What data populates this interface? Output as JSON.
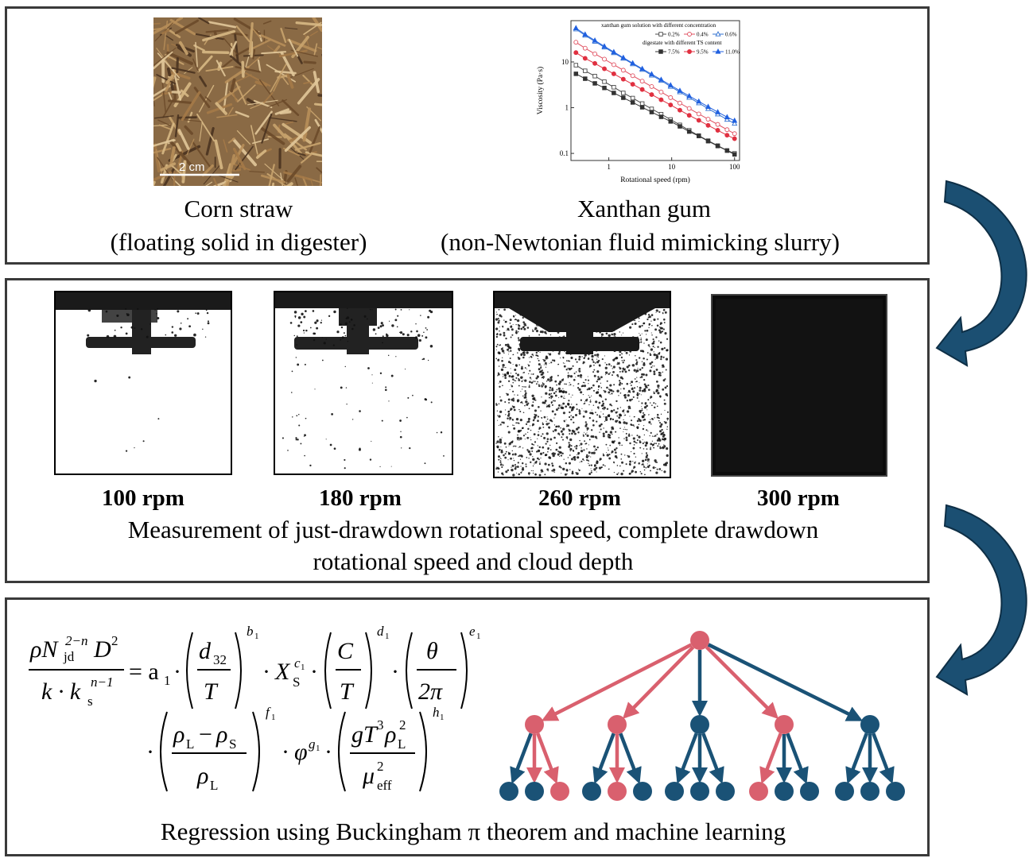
{
  "panel1": {
    "photo_scale": "2 cm",
    "corn_caption_1": "Corn straw",
    "corn_caption_2": "(floating solid in digester)",
    "xanthan_caption_1": "Xanthan gum",
    "xanthan_caption_2": "(non-Newtonian fluid mimicking slurry)"
  },
  "chart_data": {
    "type": "line",
    "xscale": "log",
    "yscale": "log",
    "xlabel": "Rotational speed (rpm)",
    "ylabel": "Viscosity (Pa·s)",
    "xlim": [
      0.25,
      120
    ],
    "ylim": [
      0.07,
      80
    ],
    "xticks": [
      "1",
      "10",
      "100"
    ],
    "yticks": [
      "0.1",
      "1",
      "10"
    ],
    "legend_title_1": "xanthan gum solution with different concentration",
    "legend_title_2": "digestate with different TS content",
    "legend_position": "top-right",
    "x": [
      0.3,
      0.42,
      0.6,
      0.85,
      1.2,
      1.7,
      2.4,
      3.4,
      4.8,
      6.8,
      9.6,
      13.5,
      19,
      27,
      38,
      54,
      76,
      100
    ],
    "series": [
      {
        "name": "0.2%",
        "group": "xanthan",
        "color": "#4a4a4a",
        "marker": "square-open",
        "values": [
          8.5,
          6.4,
          4.9,
          3.7,
          2.8,
          2.1,
          1.62,
          1.23,
          0.94,
          0.72,
          0.55,
          0.42,
          0.32,
          0.245,
          0.19,
          0.148,
          0.116,
          0.1
        ]
      },
      {
        "name": "0.4%",
        "group": "xanthan",
        "color": "#e05060",
        "marker": "circle-open",
        "values": [
          27,
          20,
          15,
          11.5,
          8.7,
          6.6,
          5,
          3.8,
          2.9,
          2.2,
          1.66,
          1.26,
          0.96,
          0.73,
          0.56,
          0.43,
          0.33,
          0.27
        ]
      },
      {
        "name": "0.6%",
        "group": "xanthan",
        "color": "#3070d0",
        "marker": "triangle-open",
        "values": [
          52,
          38,
          28,
          21,
          15.8,
          11.9,
          9,
          6.8,
          5.1,
          3.9,
          2.9,
          2.2,
          1.66,
          1.26,
          0.95,
          0.72,
          0.55,
          0.45
        ]
      },
      {
        "name": "7.5%",
        "group": "digestate",
        "color": "#333333",
        "marker": "square",
        "values": [
          5.5,
          4.3,
          3.4,
          2.7,
          2.1,
          1.65,
          1.3,
          1.02,
          0.8,
          0.63,
          0.5,
          0.39,
          0.3,
          0.24,
          0.185,
          0.145,
          0.115,
          0.095
        ]
      },
      {
        "name": "9.5%",
        "group": "digestate",
        "color": "#e03040",
        "marker": "circle",
        "values": [
          16,
          12,
          9.3,
          7.1,
          5.5,
          4.2,
          3.25,
          2.5,
          1.93,
          1.49,
          1.15,
          0.88,
          0.68,
          0.53,
          0.41,
          0.32,
          0.25,
          0.21
        ]
      },
      {
        "name": "11.0%",
        "group": "digestate",
        "color": "#2060e0",
        "marker": "triangle",
        "values": [
          55,
          40,
          29.5,
          22,
          16.5,
          12.4,
          9.4,
          7.1,
          5.4,
          4.1,
          3.1,
          2.35,
          1.8,
          1.37,
          1.05,
          0.8,
          0.62,
          0.52
        ]
      }
    ]
  },
  "panel2": {
    "labels": [
      "100 rpm",
      "180 rpm",
      "260 rpm",
      "300 rpm"
    ],
    "caption_1": "Measurement of just-drawdown rotational speed, complete drawdown",
    "caption_2": "rotational speed and cloud depth"
  },
  "panel3": {
    "caption": "Regression using Buckingham π theorem and machine learning"
  },
  "colors": {
    "arrow_blue": "#1b4f72",
    "node_blue": "#1a5276",
    "node_red": "#d9606e",
    "frame": "#3a3a3a"
  }
}
